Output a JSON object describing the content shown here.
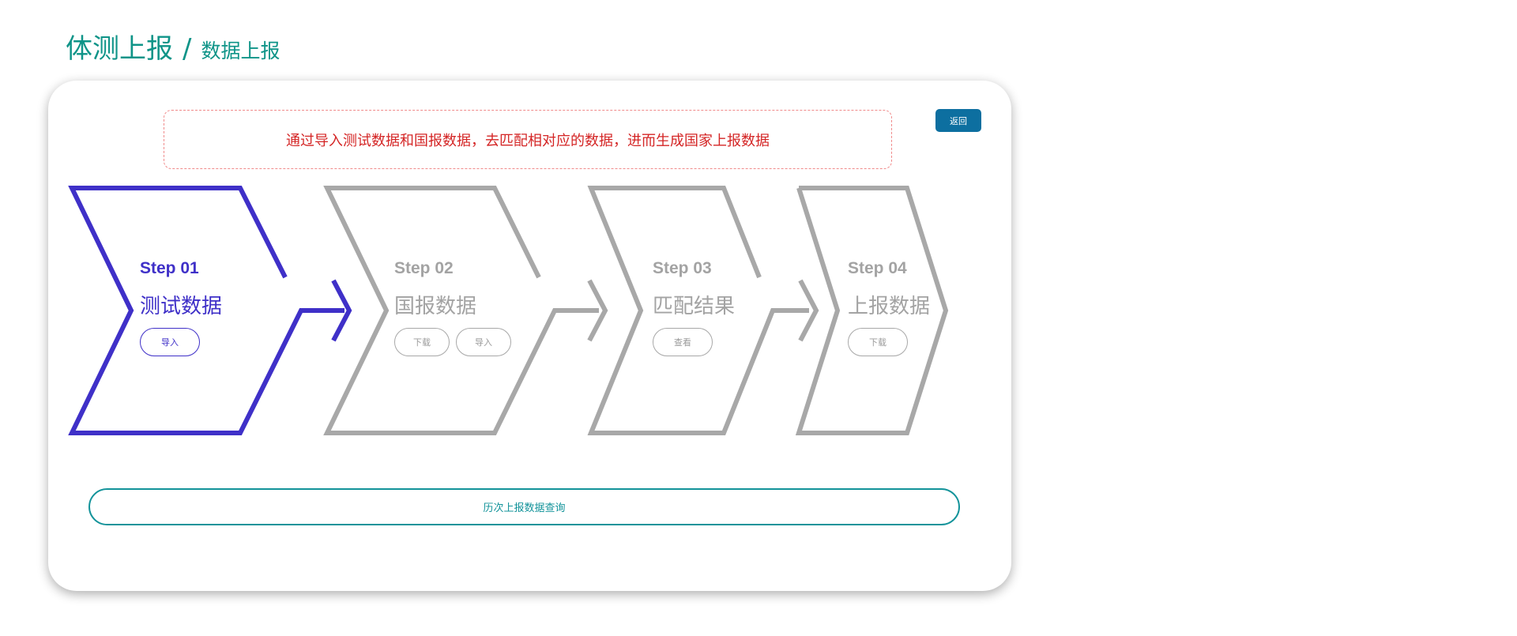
{
  "header": {
    "title": "体测上报",
    "separator": "/",
    "subtitle": "数据上报"
  },
  "notice": {
    "text": "通过导入测试数据和国报数据，去匹配相对应的数据，进而生成国家上报数据"
  },
  "toolbar": {
    "back_label": "返回"
  },
  "colors": {
    "accent_title": "#0f9488",
    "active_step": "#3f30c8",
    "inactive_step": "#a8a8a8",
    "notice_text": "#d42525",
    "back_button": "#0d6fa0",
    "history_button": "#13939a"
  },
  "steps": [
    {
      "number": "Step 01",
      "name": "测试数据",
      "active": true,
      "buttons": [
        "导入"
      ]
    },
    {
      "number": "Step 02",
      "name": "国报数据",
      "active": false,
      "buttons": [
        "下载",
        "导入"
      ]
    },
    {
      "number": "Step 03",
      "name": "匹配结果",
      "active": false,
      "buttons": [
        "查看"
      ]
    },
    {
      "number": "Step 04",
      "name": "上报数据",
      "active": false,
      "buttons": [
        "下载"
      ]
    }
  ],
  "history": {
    "label": "历次上报数据查询"
  }
}
